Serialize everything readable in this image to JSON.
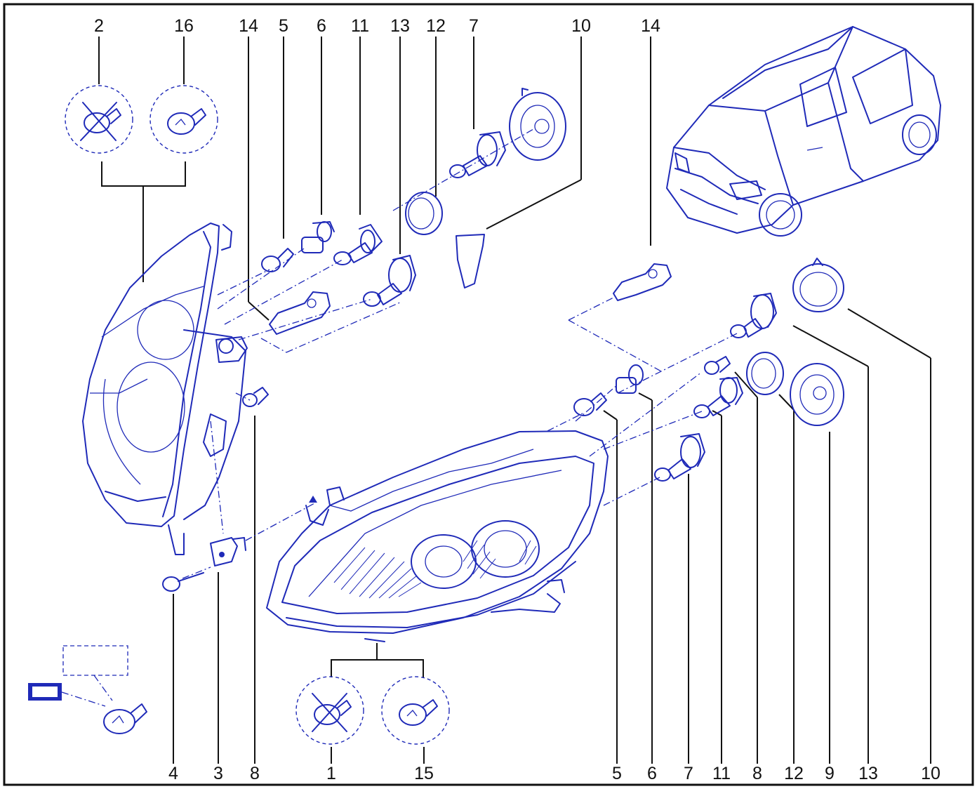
{
  "colors": {
    "ink": "#1f2ab8",
    "frame": "#111111",
    "background": "#ffffff"
  },
  "callouts": {
    "top": [
      "2",
      "16",
      "14",
      "5",
      "6",
      "11",
      "13",
      "12",
      "7",
      "10",
      "14"
    ],
    "bottom": [
      "4",
      "3",
      "8",
      "1",
      "15",
      "5",
      "6",
      "7",
      "11",
      "8",
      "12",
      "9",
      "13",
      "10"
    ]
  },
  "icons": {
    "vehicle": "car-icon",
    "bulb": "bulb-icon",
    "not_available": "crossed-out-bulb-icon",
    "warning": "warning-placeholder-icon"
  }
}
